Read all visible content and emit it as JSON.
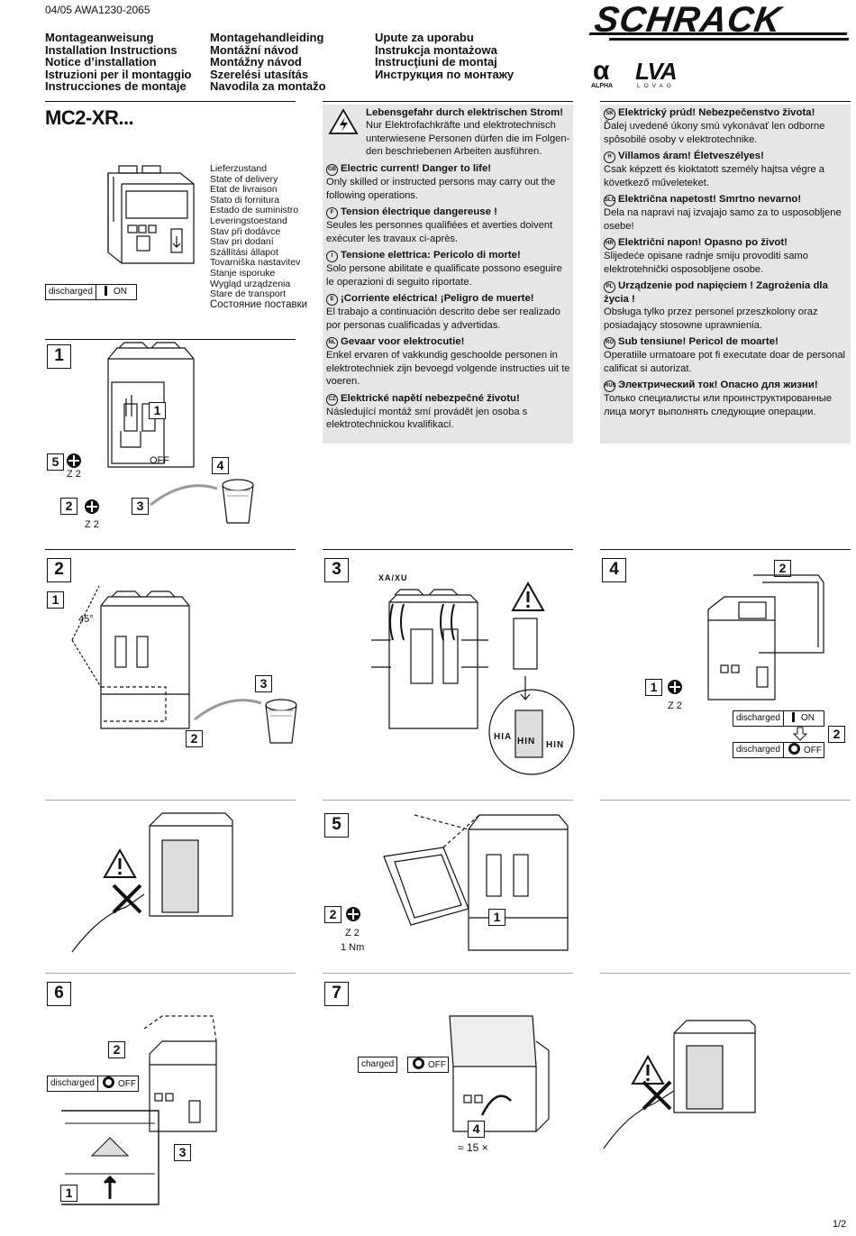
{
  "doc_code": "04/05 AWA1230-2065",
  "page_no": "1/2",
  "brand": {
    "name": "SCHRACK",
    "cert1": "ALPHA",
    "cert2": "LOVAG"
  },
  "titles": {
    "col1": [
      "Montageanweisung",
      "Installation Instructions",
      "Notice d’installation",
      "Istruzioni per il montaggio",
      "Instrucciones de montaje"
    ],
    "col2": [
      "Montagehandleiding",
      "Montážní návod",
      "Montážny návod",
      "Szerelési utasítás",
      "Navodila za montažo"
    ],
    "col3": [
      "Upute za uporabu",
      "Instrukcja montażowa",
      "Instrucţiuni de montaj",
      "Инструкция по монтажу"
    ]
  },
  "product": "MC2-XR...",
  "delivery_state": [
    "Lieferzustand",
    "State of delivery",
    "Etat de livraison",
    "Stato di fornitura",
    "Estado de suministro",
    "Leveringstoestand",
    "Stav při dodávce",
    "Stav pri dodaní",
    "Szállítási állapot",
    "Tovarniška nastavitev",
    "Stanje isporuke",
    "Wygląd urządzenia",
    "Stare de transport",
    "Состояние поставки"
  ],
  "labels": {
    "discharged": "discharged",
    "charged": "charged",
    "on": "ON",
    "off": "OFF",
    "z2": "Z 2",
    "nm": "1 Nm",
    "xaxu": "XA/XU",
    "hia": "HIA",
    "hin": "HIN",
    "times": "≈ 15 ×"
  },
  "warnings_left": {
    "de_head": "Lebensgefahr durch elektrischen Strom!",
    "de_body": "Nur Elektrofachkräfte und elektrotechnisch unterwiesene Personen dürfen die im Folgen-den beschriebenen Arbeiten ausführen.",
    "items": [
      {
        "code": "GB",
        "head": "Electric current! Danger to life!",
        "body": "Only skilled or instructed persons may carry out the following operations."
      },
      {
        "code": "F",
        "head": "Tension électrique dangereuse !",
        "body": "Seules les personnes qualifiées et averties doivent exécuter les travaux ci-après."
      },
      {
        "code": "I",
        "head": "Tensione elettrica: Pericolo di morte!",
        "body": "Solo persone abilitate e qualificate possono eseguire le operazioni di seguito riportate."
      },
      {
        "code": "E",
        "head": "¡Corriente eléctrica! ¡Peligro de muerte!",
        "body": "El trabajo a continuación descrito debe ser realizado por personas cualificadas y advertidas."
      },
      {
        "code": "NL",
        "head": "Gevaar voor elektrocutie!",
        "body": "Enkel ervaren of vakkundig geschoolde personen in elektrotechniek zijn bevoegd volgende instructies uit te voeren."
      },
      {
        "code": "CZ",
        "head": "Elektrické napětí nebezpečné životu!",
        "body": "Následující montáž smí provádět jen osoba s elektrotechnickou kvalifikací."
      }
    ]
  },
  "warnings_right": {
    "items": [
      {
        "code": "SK",
        "head": "Elektrický prúd! Nebezpečenstvo života!",
        "body": "Ďalej uvedené úkony smú vykonávať len odborne spôsobilé osoby v elektrotechnike."
      },
      {
        "code": "H",
        "head": "Villamos áram! Életveszélyes!",
        "body": "Csak képzett és kioktatott személy hajtsa végre a következő műveleteket."
      },
      {
        "code": "SLO",
        "head": "Električna napetost! Smrtno nevarno!",
        "body": "Dela na napravi naj izvajajo samo za to usposobljene osebe!"
      },
      {
        "code": "HR",
        "head": "Električni napon! Opasno po život!",
        "body": "Slijedeće opisane radnje smiju provoditi samo elektrotehnički osposobljene osobe."
      },
      {
        "code": "PL",
        "head": "Urządzenie pod napięciem ! Zagrożenia dla życia !",
        "body": "Obsługa tylko przez personel przeszkolony oraz posiadający stosowne uprawnienia."
      },
      {
        "code": "RO",
        "head": "Sub tensiune! Pericol de moarte!",
        "body": "Operatiile urmatoare pot fi executate doar de personal calificat si autorizat."
      },
      {
        "code": "RUS",
        "head": "Электрический ток! Опасно для жизни!",
        "body": "Только специалисты или проинструктированные лица могут выполнять следующие операции."
      }
    ]
  },
  "steps": {
    "s1": "1",
    "s2": "2",
    "s3": "3",
    "s4": "4",
    "s5": "5",
    "s6": "6",
    "s7": "7"
  },
  "callouts": {
    "c1": "1",
    "c2": "2",
    "c3": "3",
    "c4": "4",
    "c5": "5"
  },
  "colors": {
    "warn_bg": "#e6e6e6"
  }
}
